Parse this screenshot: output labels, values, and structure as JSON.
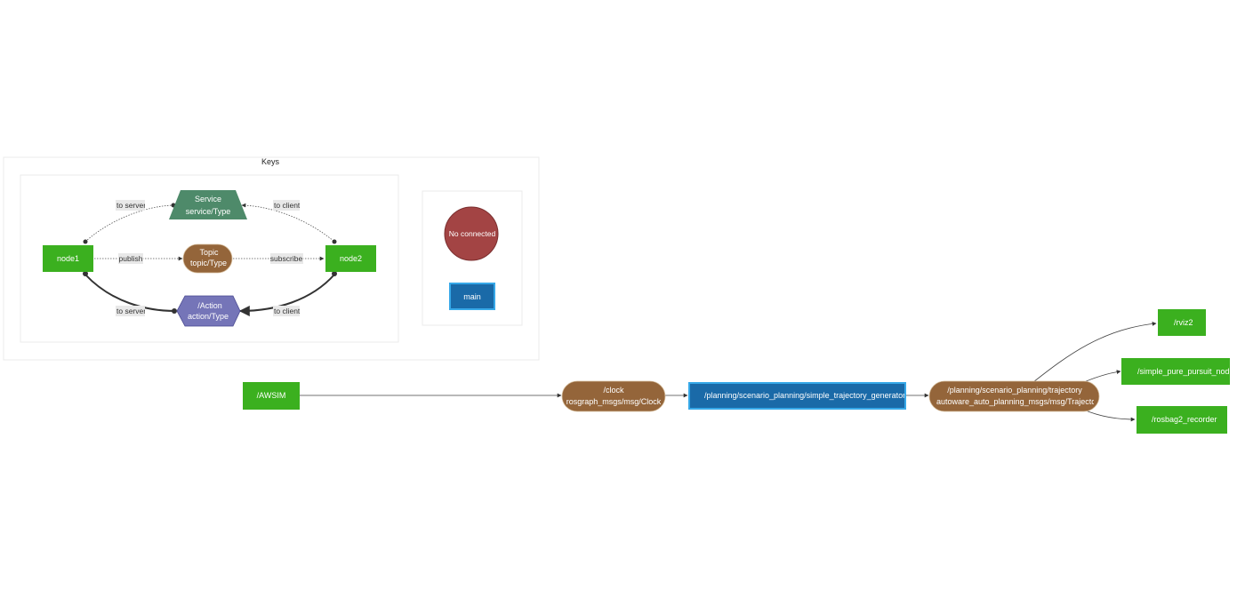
{
  "keys": {
    "title": "Keys",
    "node1": "node1",
    "node2": "node2",
    "service": {
      "name": "Service",
      "type": "service/Type"
    },
    "topic": {
      "name": "Topic",
      "type": "topic/Type"
    },
    "action": {
      "name": "/Action",
      "type": "action/Type"
    },
    "edges": {
      "to_server_service": "to server",
      "to_client_service": "to client",
      "publish": "publish",
      "subscribe": "subscribe",
      "to_server_action": "to server",
      "to_client_action": "to client"
    },
    "legend": {
      "no_connected": "No connected",
      "main": "main"
    }
  },
  "graph": {
    "awsim": "/AWSIM",
    "clock_topic": {
      "name": "/clock",
      "type": "rosgraph_msgs/msg/Clock"
    },
    "generator": "/planning/scenario_planning/simple_trajectory_generator",
    "trajectory_topic": {
      "name": "/planning/scenario_planning/trajectory",
      "type": "autoware_auto_planning_msgs/msg/Trajectory"
    },
    "rviz": "/rviz2",
    "pure_pursuit": "/simple_pure_pursuit_node",
    "recorder": "/rosbag2_recorder"
  },
  "colors": {
    "node": "#3bb01f",
    "topic": "#94653a",
    "service": "#4e8a6a",
    "action": "#7575b8",
    "no_connected": "#a34444",
    "main": "#1a6aa8",
    "main_border": "#36a8e8"
  }
}
